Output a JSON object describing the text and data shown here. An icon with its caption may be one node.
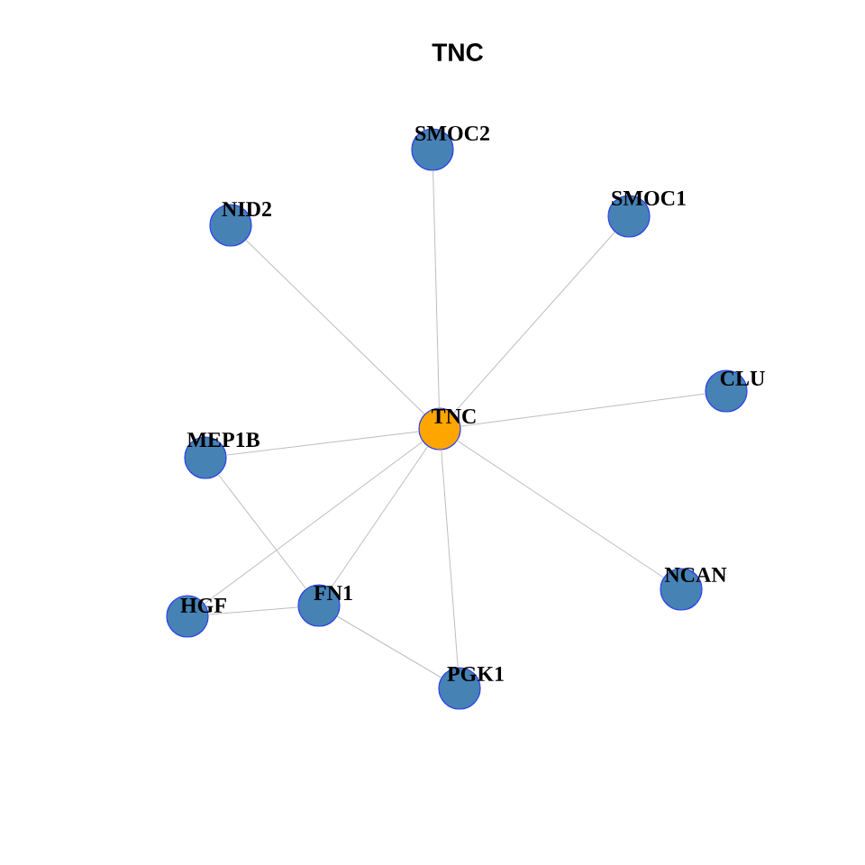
{
  "diagram": {
    "title": "TNC",
    "nodes": [
      {
        "text": [
          "SMOC2"
        ]
      },
      {
        "text": [
          "SMOC1"
        ]
      },
      {
        "text": [
          "NID2"
        ]
      },
      {
        "text": [
          "CLU"
        ]
      },
      {
        "text": [
          "TNC"
        ]
      },
      {
        "text": [
          "MEP1B"
        ]
      },
      {
        "text": [
          "NCAN"
        ]
      },
      {
        "text": [
          "FN1"
        ]
      },
      {
        "text": [
          "HGF"
        ]
      },
      {
        "text": [
          "PGK1"
        ]
      }
    ],
    "edges": [
      {
        "from": 4,
        "to": 0,
        "arrow": "none"
      },
      {
        "from": 4,
        "to": 1,
        "arrow": "none"
      },
      {
        "from": 4,
        "to": 2,
        "arrow": "none"
      },
      {
        "from": 4,
        "to": 3,
        "arrow": "none"
      },
      {
        "from": 4,
        "to": 5,
        "arrow": "none"
      },
      {
        "from": 4,
        "to": 8,
        "arrow": "none"
      },
      {
        "from": 4,
        "to": 7,
        "arrow": "none"
      },
      {
        "from": 4,
        "to": 9,
        "arrow": "none"
      },
      {
        "from": 4,
        "to": 6,
        "arrow": "none"
      },
      {
        "from": 5,
        "to": 7,
        "arrow": "none"
      },
      {
        "from": 8,
        "to": 7,
        "arrow": "none"
      },
      {
        "from": 7,
        "to": 9,
        "arrow": "none"
      }
    ]
  }
}
